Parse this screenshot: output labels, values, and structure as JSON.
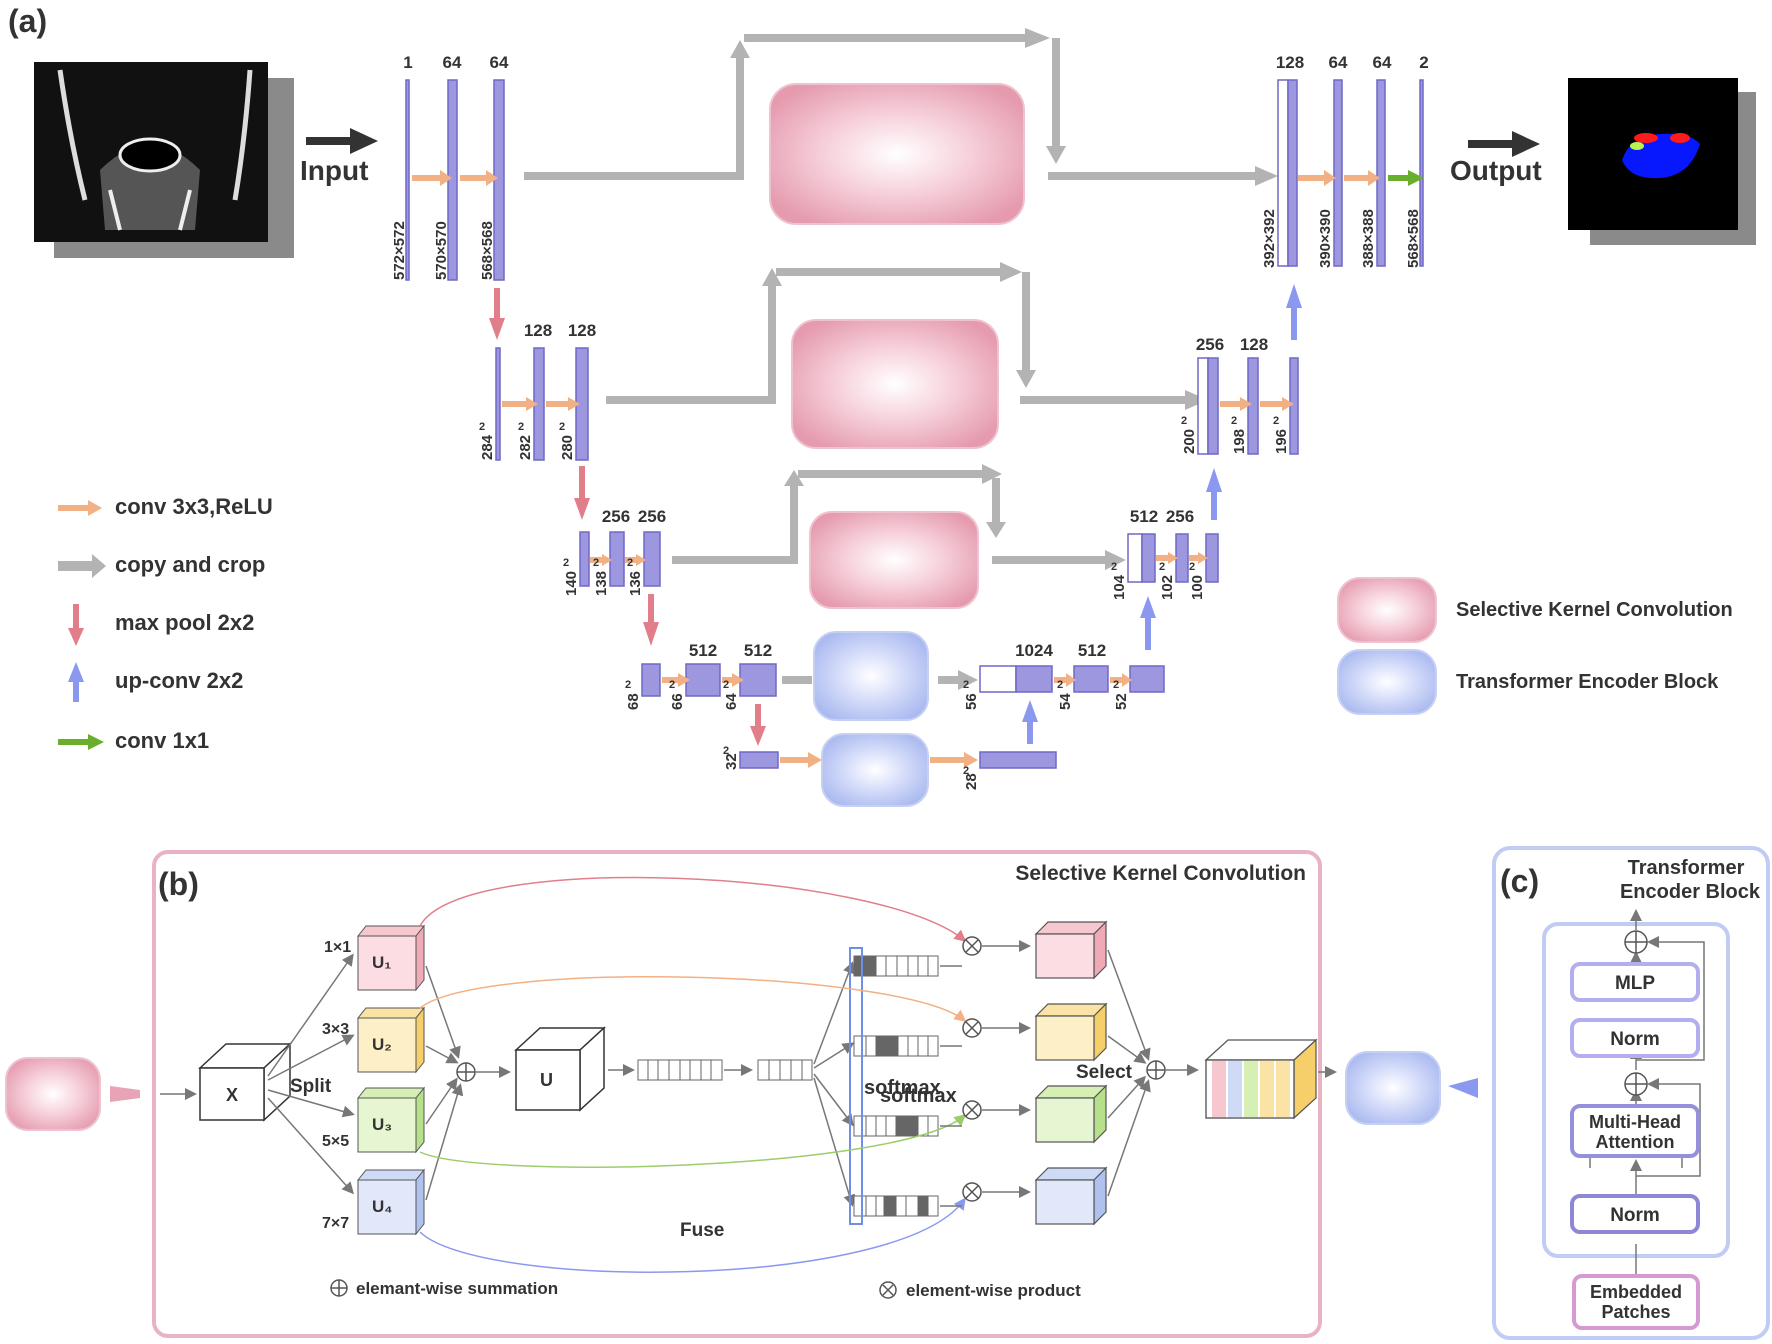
{
  "panel_a": {
    "label": "(a)",
    "input_label": "Input",
    "output_label": "Output",
    "channels": {
      "enc1": [
        "1",
        "64",
        "64"
      ],
      "enc2": [
        "128",
        "128"
      ],
      "enc3": [
        "256",
        "256"
      ],
      "enc4": [
        "512",
        "512"
      ],
      "bott": [
        "1024",
        "512"
      ],
      "dec3": [
        "512",
        "256"
      ],
      "dec2": [
        "256",
        "128"
      ],
      "dec1": [
        "128",
        "64",
        "64",
        "2"
      ]
    },
    "sizes": {
      "enc1": [
        "572×572",
        "570×570",
        "568×568"
      ],
      "enc2": [
        "284",
        "282",
        "280"
      ],
      "enc3": [
        "140",
        "138",
        "136"
      ],
      "enc4": [
        "68",
        "66",
        "64"
      ],
      "bottom": "32",
      "bott_up": "28",
      "bott": [
        "56",
        "54",
        "52"
      ],
      "dec3": [
        "104",
        "102",
        "100"
      ],
      "dec2": [
        "200",
        "198",
        "196"
      ],
      "dec1": [
        "392×392",
        "390×390",
        "388×388",
        "568×568"
      ],
      "exponent": "2"
    },
    "legend": {
      "conv": "conv 3x3,ReLU",
      "copy": "copy and crop",
      "pool": "max pool 2x2",
      "up": "up-conv 2x2",
      "conv1": "conv 1x1",
      "skc": "Selective Kernel Convolution",
      "teb": "Transformer Encoder Block"
    }
  },
  "panel_b": {
    "label": "(b)",
    "title": "Selective Kernel Convolution",
    "x": "X",
    "split": "Split",
    "u": "U",
    "fuse": "Fuse",
    "select": "Select",
    "softmax": "softmax",
    "kernels": [
      "1×1",
      "3×3",
      "5×5",
      "7×7"
    ],
    "branches": [
      "U₁",
      "U₂",
      "U₃",
      "U₄"
    ],
    "sum_note": "elemant-wise summation",
    "prod_note": "element-wise product"
  },
  "panel_c": {
    "label": "(c)",
    "title_line1": "Transformer",
    "title_line2": "Encoder Block",
    "mlp": "MLP",
    "norm_top": "Norm",
    "mha_line1": "Multi-Head",
    "mha_line2": "Attention",
    "norm_bottom": "Norm",
    "emb_line1": "Embedded",
    "emb_line2": "Patches"
  },
  "colors": {
    "block": "#9d97df",
    "block_stroke": "#6e68c6",
    "conv": "#f2b184",
    "copy": "#b3b3b3",
    "pool": "#e27e8a",
    "up": "#8a98f0",
    "conv1": "#6aae2e",
    "skc": "#e8a4b6",
    "teb": "#b7c4f2"
  }
}
